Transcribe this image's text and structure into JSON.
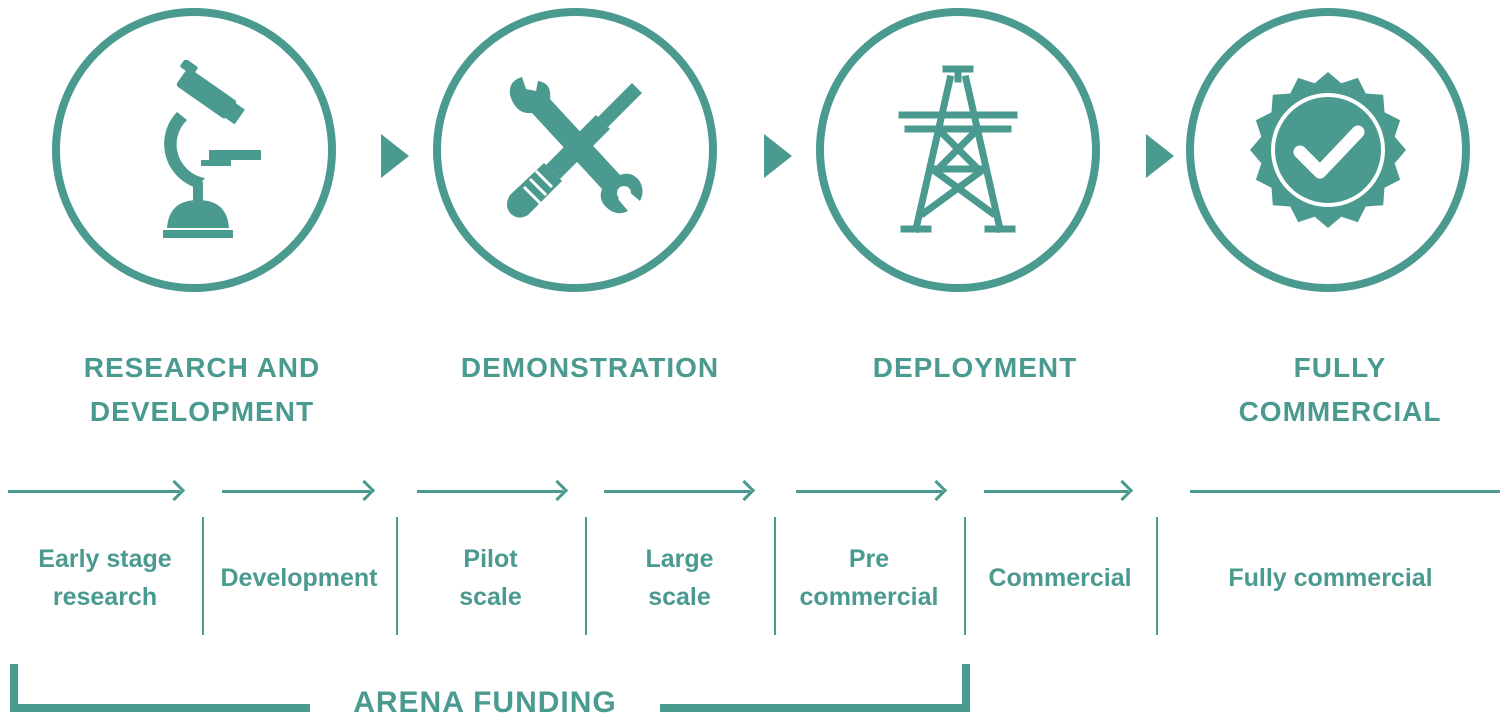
{
  "stages": [
    {
      "title": "RESEARCH AND\nDEVELOPMENT",
      "icon": "microscope-icon"
    },
    {
      "title": "DEMONSTRATION",
      "icon": "tools-icon"
    },
    {
      "title": "DEPLOYMENT",
      "icon": "transmission-tower-icon"
    },
    {
      "title": "FULLY\nCOMMERCIAL",
      "icon": "certified-badge-icon"
    }
  ],
  "phases": [
    "Early stage\nresearch",
    "Development",
    "Pilot\nscale",
    "Large\nscale",
    "Pre\ncommercial",
    "Commercial",
    "Fully commercial"
  ],
  "funding": {
    "label": "ARENA FUNDING"
  },
  "colors": {
    "accent": "#4a9a90"
  }
}
